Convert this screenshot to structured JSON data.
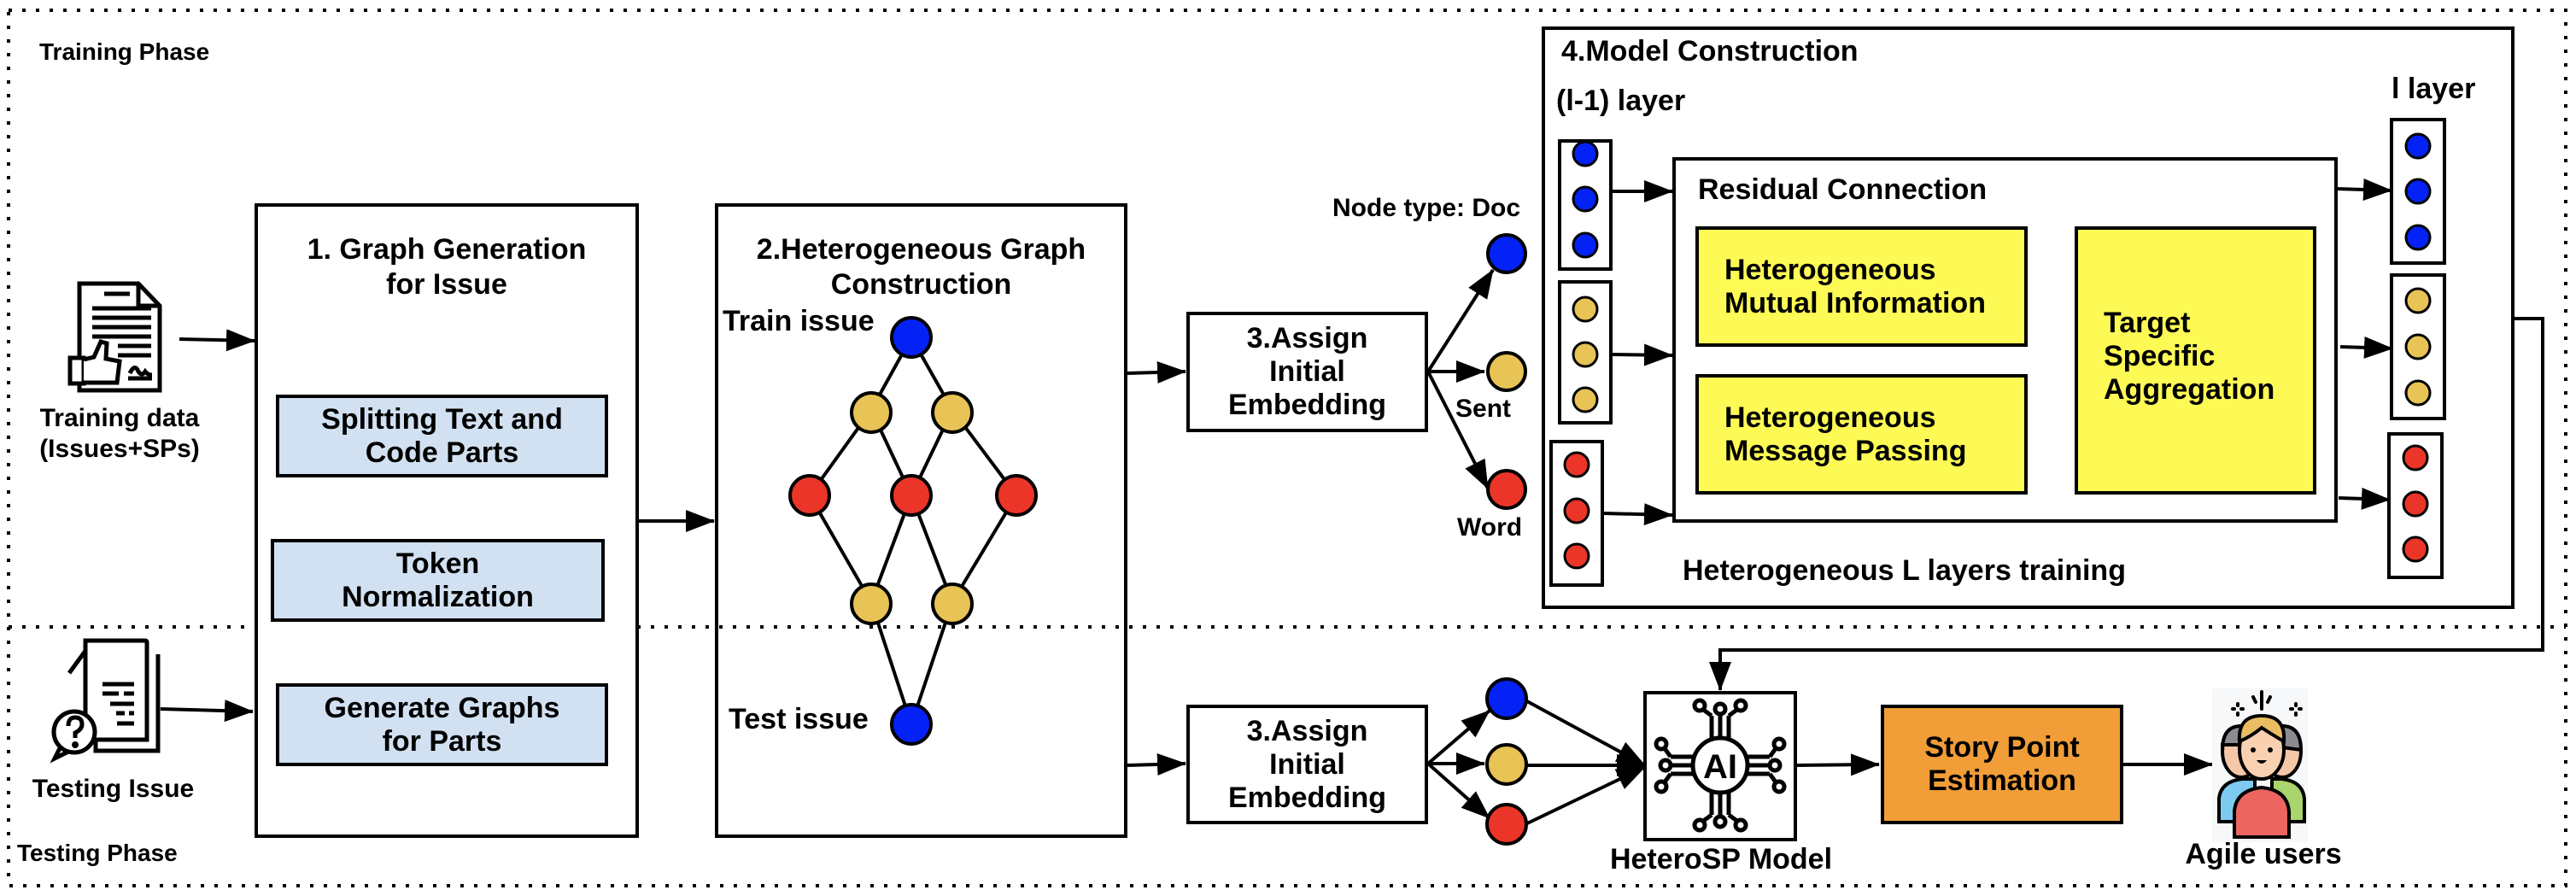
{
  "phases": {
    "training": "Training Phase",
    "testing": "Testing Phase"
  },
  "inputs": {
    "training_data": [
      "Training data",
      "(Issues+SPs)"
    ],
    "testing_issue": "Testing Issue"
  },
  "step1": {
    "title": [
      "1. Graph Generation",
      "for Issue"
    ],
    "substeps": [
      [
        "Splitting Text and",
        "Code Parts"
      ],
      [
        "Token",
        "Normalization"
      ],
      [
        "Generate Graphs",
        "for Parts"
      ]
    ]
  },
  "step2": {
    "title": [
      "2.Heterogeneous Graph",
      "Construction"
    ],
    "train_issue": "Train issue",
    "test_issue": "Test issue"
  },
  "step3": {
    "title": [
      "3.Assign",
      "Initial",
      "Embedding"
    ],
    "node_type_label": "Node type: Doc",
    "sent_label": "Sent",
    "word_label": "Word"
  },
  "step4": {
    "title": "4.Model Construction",
    "prev_layer": "(l-1) layer",
    "next_layer": "l layer",
    "residual": "Residual Connection",
    "mutual_info": [
      "Heterogeneous",
      "Mutual Information"
    ],
    "message_passing": [
      "Heterogeneous",
      "Message Passing"
    ],
    "aggregation": [
      "Target",
      "Specific",
      "Aggregation"
    ],
    "footer": "Heterogeneous L layers training"
  },
  "testing": {
    "model_label": "HeteroSP Model",
    "ai_icon_text": "AI",
    "estimation": [
      "Story Point",
      "Estimation"
    ],
    "users_label": "Agile users"
  },
  "colors": {
    "doc_node": "#0422f5",
    "sent_node": "#e8c355",
    "word_node": "#ea3528",
    "substep_fill": "#d2e1f1",
    "model_block_fill": "#fdfa55",
    "estimation_fill": "#f19d38"
  }
}
